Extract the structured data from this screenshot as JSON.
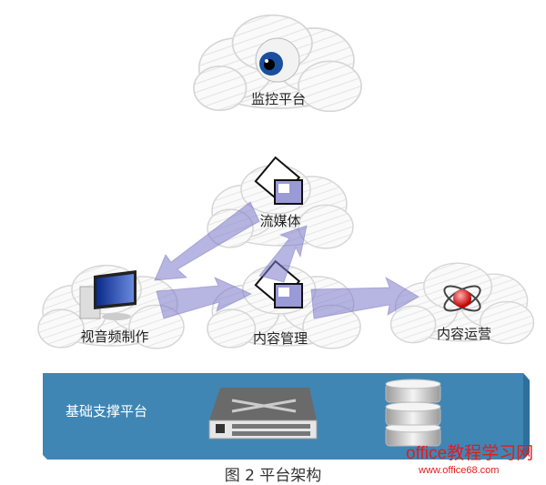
{
  "nodes": {
    "monitor": "监控平台",
    "streaming": "流媒体",
    "av_production": "视音频制作",
    "content_management": "内容管理",
    "content_operation": "内容运营"
  },
  "base_platform": "基础支撑平台",
  "caption": "图 2  平台架构",
  "watermark": {
    "title": "office教程学习网",
    "url": "www.office68.com"
  },
  "colors": {
    "base_bar": "#3f86b4",
    "arrow": "#7b78c8",
    "watermark": "#e21c1c"
  }
}
